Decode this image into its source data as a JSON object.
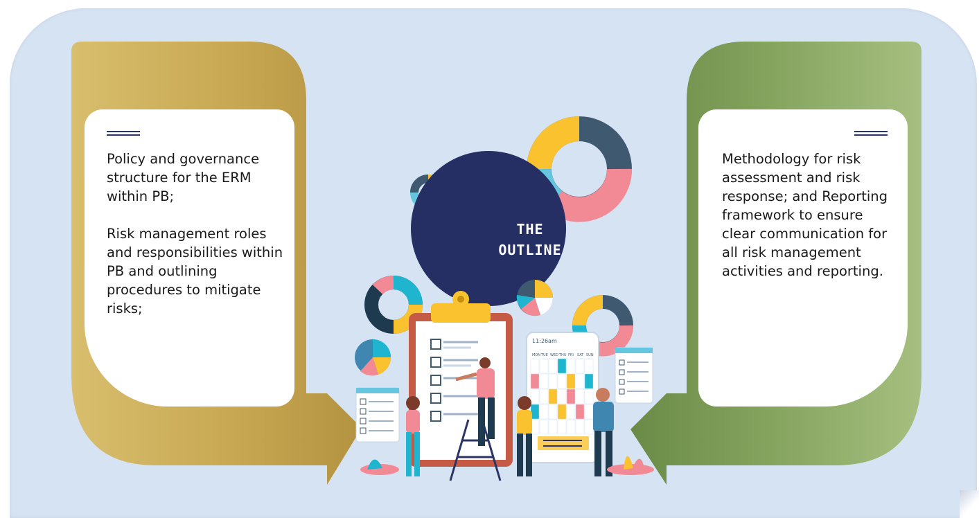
{
  "left_card": {
    "items": [
      "Policy and governance structure for the ERM within PB;",
      "Risk management roles and responsibilities within PB and outlining procedures to mitigate risks;"
    ]
  },
  "right_card": {
    "text": "Methodology for risk assessment and risk response; and Reporting framework to ensure clear communication for all risk management activities and reporting."
  },
  "badge": {
    "line1": "THE",
    "line2": "OUTLINE"
  },
  "phone": {
    "time": "11:26am",
    "days": [
      "MON",
      "TUE",
      "WED",
      "THU",
      "FRI",
      "SAT",
      "SUN"
    ]
  },
  "colors": {
    "background": "#d6e3f3",
    "gold_arrow": "#c9a94f",
    "green_arrow": "#7f9e5a",
    "badge_circle": "#252f63",
    "accent_teal": "#1fb5cf",
    "accent_pink": "#f28a95",
    "accent_yellow": "#f9c22e",
    "accent_slate": "#3f5a70"
  }
}
